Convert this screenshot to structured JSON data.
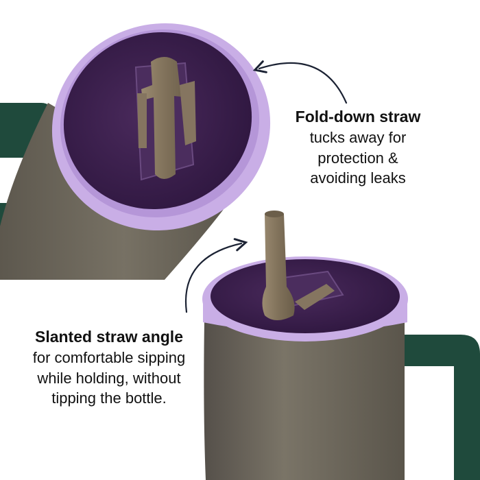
{
  "callouts": {
    "fold_down": {
      "headline": "Fold-down straw",
      "lines": [
        "tucks away for",
        "protection &",
        "avoiding leaks"
      ]
    },
    "slanted": {
      "headline": "Slanted straw angle",
      "lines": [
        "for comfortable sipping",
        "while holding, without",
        "tipping the bottle."
      ]
    }
  },
  "colors": {
    "body": "#6e685c",
    "lid": "#3c1f4a",
    "rim": "#c9aee6",
    "straw": "#8b7a62",
    "handle": "#1f4a3c",
    "arrow": "#1b2233"
  }
}
